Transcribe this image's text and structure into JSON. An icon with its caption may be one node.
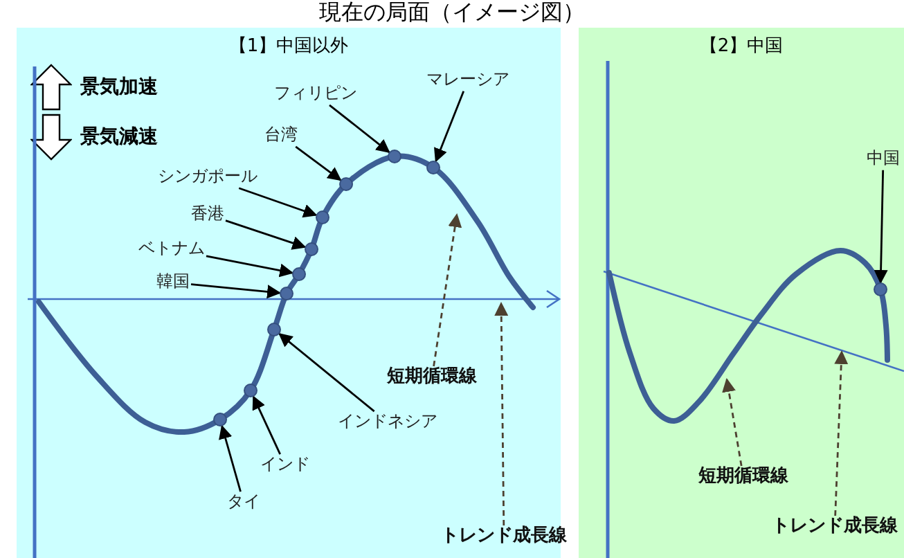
{
  "diagram": {
    "title": "現在の局面（イメージ図）",
    "nodes": [
      {
        "text": [
          "【1】中国以外"
        ]
      },
      {
        "text": [
          "フィリピン"
        ],
        "in": 0
      },
      {
        "text": [
          "マレーシア"
        ],
        "in": 0
      },
      {
        "text": [
          "台湾"
        ],
        "in": 0
      },
      {
        "text": [
          "シンガポール"
        ],
        "in": 0
      },
      {
        "text": [
          "香港"
        ],
        "in": 0
      },
      {
        "text": [
          "ベトナム"
        ],
        "in": 0
      },
      {
        "text": [
          "韓国"
        ],
        "in": 0
      },
      {
        "text": [
          "インドネシア"
        ],
        "in": 0
      },
      {
        "text": [
          "インド"
        ],
        "in": 0
      },
      {
        "text": [
          "タイ"
        ],
        "in": 0
      },
      {
        "text": [
          "短期循環線"
        ],
        "in": 0
      },
      {
        "text": [
          "トレンド成長線"
        ],
        "in": 0
      },
      {
        "text": [],
        "shape": "circle",
        "in": 0
      },
      {
        "text": [],
        "shape": "circle",
        "in": 0
      },
      {
        "text": [],
        "shape": "circle",
        "in": 0
      },
      {
        "text": [],
        "shape": "circle",
        "in": 0
      },
      {
        "text": [],
        "shape": "circle",
        "in": 0
      },
      {
        "text": [],
        "shape": "circle",
        "in": 0
      },
      {
        "text": [],
        "shape": "circle",
        "in": 0
      },
      {
        "text": [],
        "shape": "circle",
        "in": 0
      },
      {
        "text": [],
        "shape": "circle",
        "in": 0
      },
      {
        "text": [],
        "shape": "circle",
        "in": 0
      },
      {
        "text": [
          "【2】中国"
        ]
      },
      {
        "text": [
          "中国"
        ],
        "in": 23
      },
      {
        "text": [
          "短期循環線"
        ],
        "in": 23
      },
      {
        "text": [
          "トレンド成長線"
        ],
        "in": 23
      },
      {
        "text": [],
        "shape": "circle",
        "in": 23
      }
    ],
    "edges": [
      {
        "from": 1,
        "to": 21,
        "arrow": "to"
      },
      {
        "from": 2,
        "to": 22,
        "arrow": "to"
      },
      {
        "from": 3,
        "to": 20,
        "arrow": "to"
      },
      {
        "from": 4,
        "to": 19,
        "arrow": "to"
      },
      {
        "from": 5,
        "to": 18,
        "arrow": "to"
      },
      {
        "from": 6,
        "to": 17,
        "arrow": "to"
      },
      {
        "from": 7,
        "to": 16,
        "arrow": "to"
      },
      {
        "from": 8,
        "to": 15,
        "arrow": "to"
      },
      {
        "from": 9,
        "to": 14,
        "arrow": "to"
      },
      {
        "from": 10,
        "to": 13,
        "arrow": "to"
      },
      {
        "from": 11,
        "to": null,
        "arrow": "to",
        "style": "dashed",
        "color": "#4d4030"
      },
      {
        "from": 12,
        "to": null,
        "arrow": "to",
        "style": "dashed",
        "color": "#4d4030"
      },
      {
        "from": 24,
        "to": 27,
        "arrow": "to"
      },
      {
        "from": 25,
        "to": null,
        "arrow": "to",
        "style": "dashed",
        "color": "#4d4030"
      },
      {
        "from": 26,
        "to": null,
        "arrow": "to",
        "style": "dashed",
        "color": "#4d4030"
      }
    ],
    "legend": [
      {
        "text": "景気加速"
      },
      {
        "text": "景気減速"
      }
    ]
  }
}
